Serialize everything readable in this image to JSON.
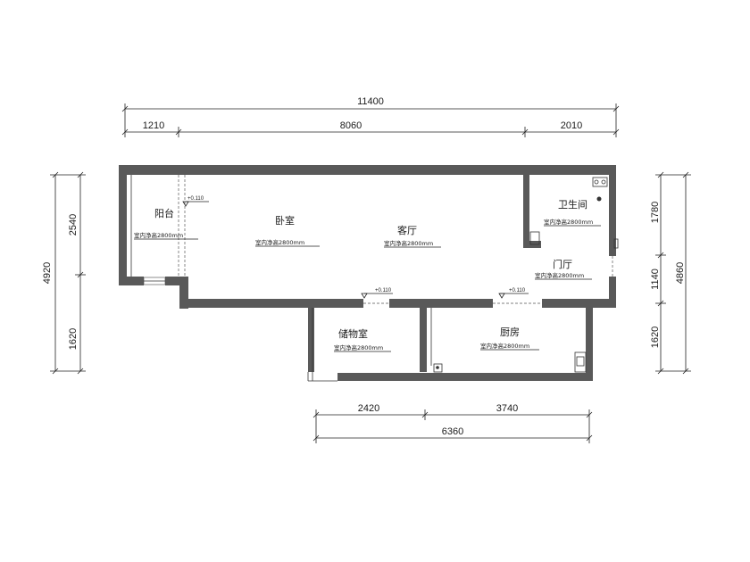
{
  "dimensions": {
    "top_total": "11400",
    "top_seg1": "1210",
    "top_seg2": "8060",
    "top_seg3": "2010",
    "left_total": "4920",
    "left_upper": "2540",
    "left_lower": "1620",
    "right_total": "4860",
    "right_upper": "1780",
    "right_middle": "1140",
    "right_lower": "1620",
    "bottom_seg1": "2420",
    "bottom_seg2": "3740",
    "bottom_total": "6360"
  },
  "rooms": {
    "balcony": "阳台",
    "bedroom": "卧室",
    "living_room": "客厅",
    "bathroom": "卫生间",
    "foyer": "门厅",
    "storage": "储物室",
    "kitchen": "厨房"
  },
  "notes": {
    "balcony": "室内净高2800mm",
    "bedroom": "室内净高2800mm",
    "living_room": "室内净高2800mm",
    "bathroom": "室内净高2800mm",
    "foyer": "室内净高2800mm",
    "storage": "室内净高2800mm",
    "kitchen": "室内净高2800mm"
  },
  "levels": {
    "balcony": "+0.110",
    "corridor_left": "+0.110",
    "corridor_right": "+0.110"
  }
}
